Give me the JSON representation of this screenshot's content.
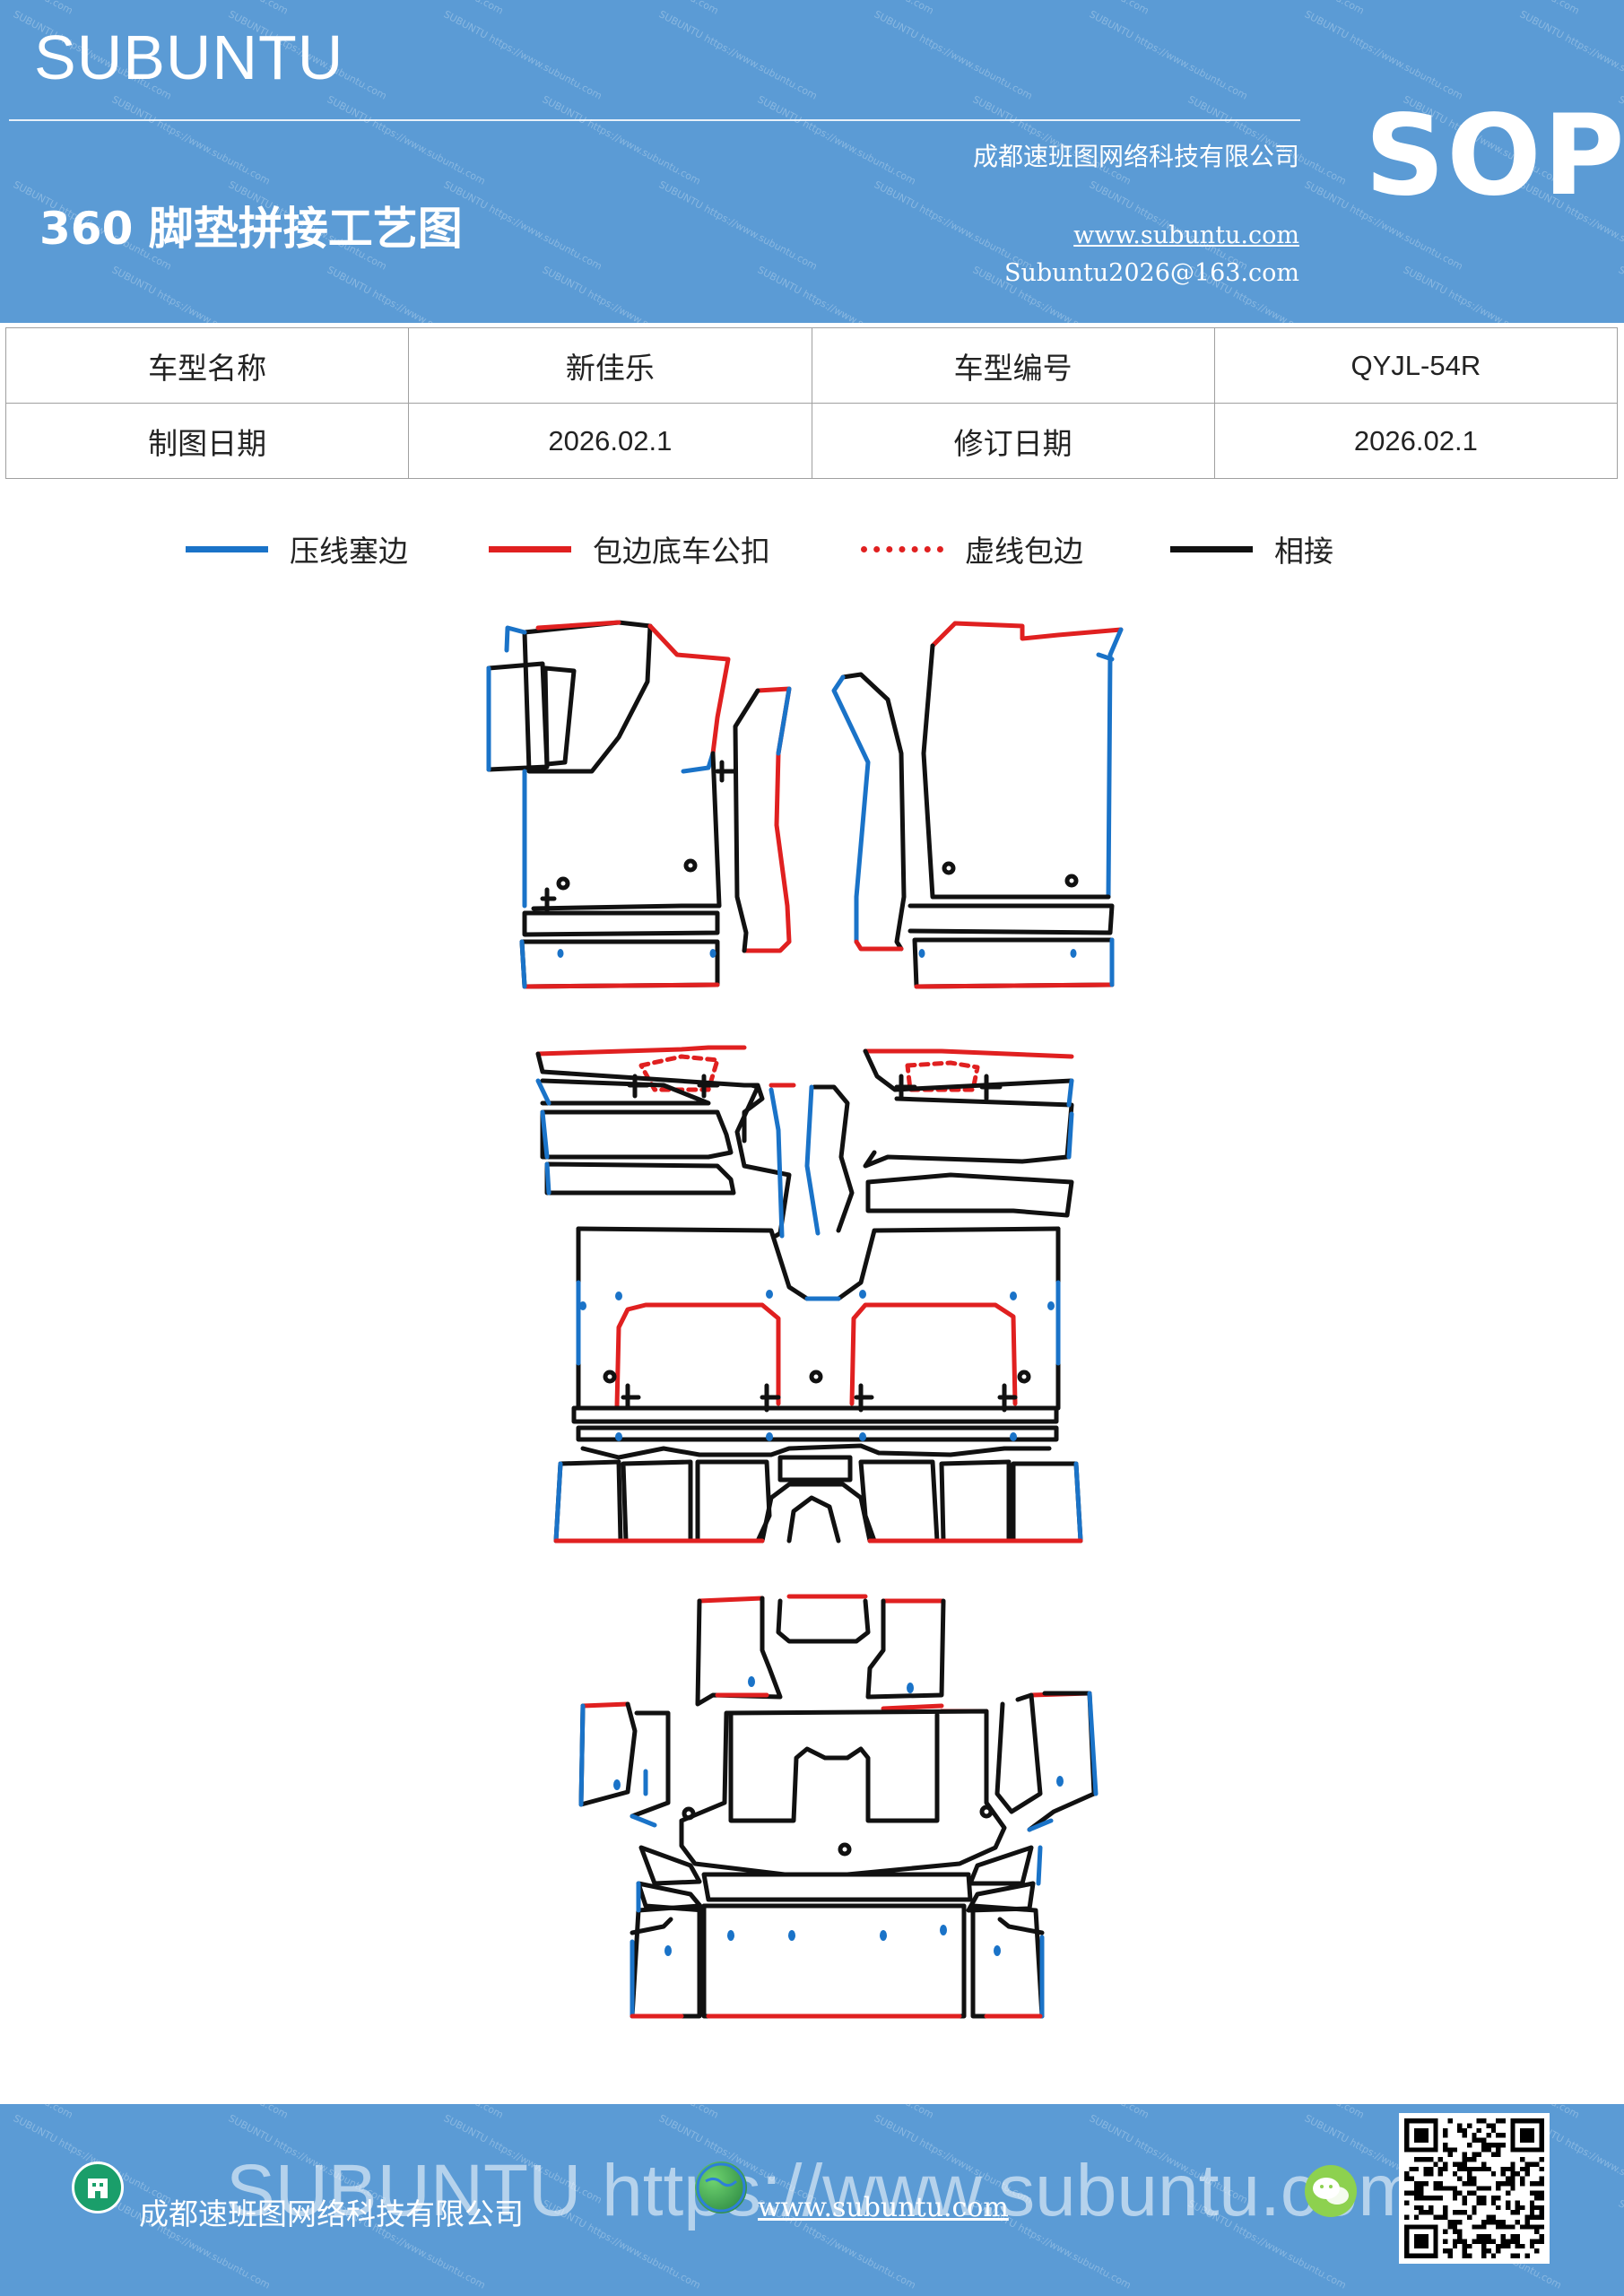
{
  "header": {
    "brand": "SUBUNTU",
    "company": "成都速班图网络科技有限公司",
    "website": "www.subuntu.com",
    "email": "Subuntu2026@163.com",
    "title": "360 脚垫拼接工艺图",
    "badge": "SOP",
    "watermark_text": "SUBUNTU https://www.subuntu.com"
  },
  "info": {
    "model_name_label": "车型名称",
    "model_name": "新佳乐",
    "model_code_label": "车型编号",
    "model_code": "QYJL-54R",
    "draw_date_label": "制图日期",
    "draw_date": "2026.02.1",
    "revise_date_label": "修订日期",
    "revise_date": "2026.02.1"
  },
  "legend": [
    {
      "label": "压线塞边",
      "color": "#1a73c8",
      "style": "solid"
    },
    {
      "label": "包边底车公扣",
      "color": "#e02020",
      "style": "solid"
    },
    {
      "label": "虚线包边",
      "color": "#e02020",
      "style": "dotted"
    },
    {
      "label": "相接",
      "color": "#111111",
      "style": "solid"
    }
  ],
  "colors": {
    "header_bg": "#5b9bd5",
    "blue_edge": "#1a73c8",
    "red_edge": "#e02020",
    "black_edge": "#111111"
  },
  "footer": {
    "big_text": "SUBUNTU https://www.subuntu.com",
    "company": "成都速班图网络科技有限公司",
    "website": "www.subuntu.com",
    "icons": [
      "building-icon",
      "globe-icon",
      "wechat-icon"
    ]
  }
}
